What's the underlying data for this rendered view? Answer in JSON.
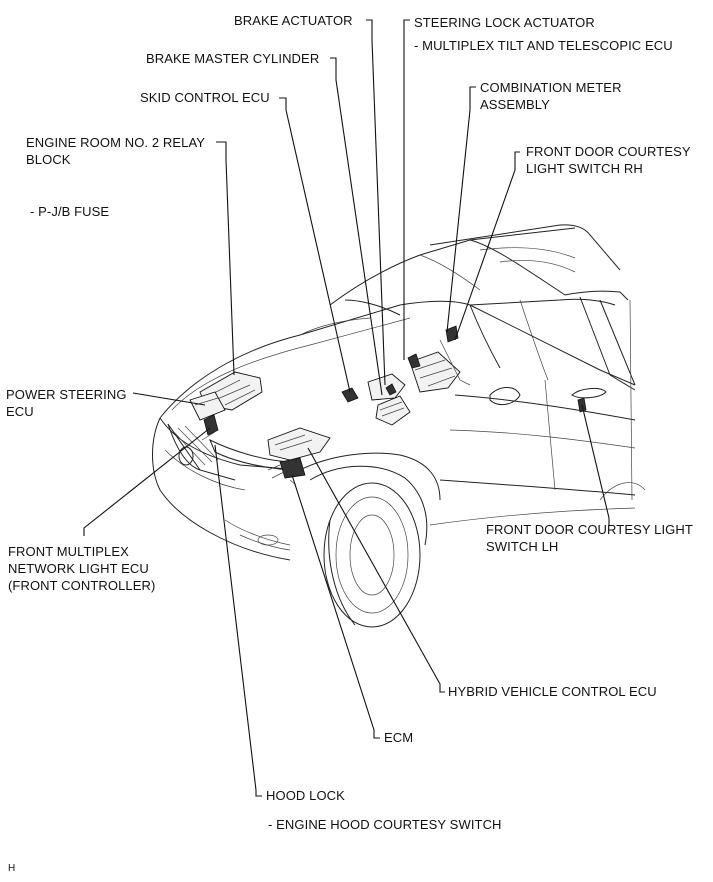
{
  "labels": {
    "brake_actuator": "BRAKE ACTUATOR",
    "steering_lock_actuator": "STEERING LOCK ACTUATOR",
    "multiplex_tilt": "- MULTIPLEX TILT AND TELESCOPIC ECU",
    "brake_master_cylinder": "BRAKE MASTER CYLINDER",
    "combination_meter_1": "COMBINATION METER",
    "combination_meter_2": "ASSEMBLY",
    "skid_control_ecu": "SKID CONTROL ECU",
    "engine_room_relay_1": "ENGINE ROOM NO. 2 RELAY",
    "engine_room_relay_2": "BLOCK",
    "front_door_rh_1": "FRONT DOOR COURTESY",
    "front_door_rh_2": "LIGHT SWITCH RH",
    "pjb_fuse": "- P-J/B FUSE",
    "power_steering_1": "POWER STEERING",
    "power_steering_2": "ECU",
    "front_multiplex_1": "FRONT MULTIPLEX",
    "front_multiplex_2": "NETWORK LIGHT ECU",
    "front_multiplex_3": "(FRONT CONTROLLER)",
    "front_door_lh_1": "FRONT DOOR COURTESY LIGHT",
    "front_door_lh_2": "SWITCH LH",
    "hybrid_ecu": "HYBRID VEHICLE CONTROL ECU",
    "ecm": "ECM",
    "hood_lock": "HOOD LOCK",
    "hood_courtesy": "- ENGINE HOOD COURTESY SWITCH",
    "figure_code": "H"
  }
}
